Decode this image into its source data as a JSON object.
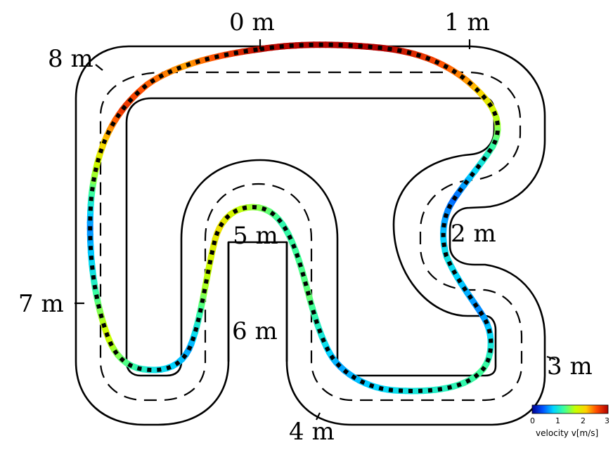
{
  "distance_labels": [
    {
      "id": "m0",
      "text": "0 m"
    },
    {
      "id": "m1",
      "text": "1 m"
    },
    {
      "id": "m2",
      "text": "2 m"
    },
    {
      "id": "m3",
      "text": "3 m"
    },
    {
      "id": "m4",
      "text": "4 m"
    },
    {
      "id": "m5",
      "text": "5 m"
    },
    {
      "id": "m6",
      "text": "6 m"
    },
    {
      "id": "m7",
      "text": "7 m"
    },
    {
      "id": "m8",
      "text": "8 m"
    }
  ],
  "colorbar": {
    "min": 0,
    "max": 3,
    "tick_labels": [
      "0",
      "1",
      "2",
      "3"
    ],
    "label": "velocity v[m/s]",
    "colormap": [
      "#00008f",
      "#0050ff",
      "#00d4ff",
      "#3dff9a",
      "#c8ff00",
      "#ffd000",
      "#ff4a00",
      "#b00000"
    ]
  },
  "colors": {
    "track_border": "#000000",
    "centerline": "#000000",
    "trajectory_markers": "#000000"
  }
}
